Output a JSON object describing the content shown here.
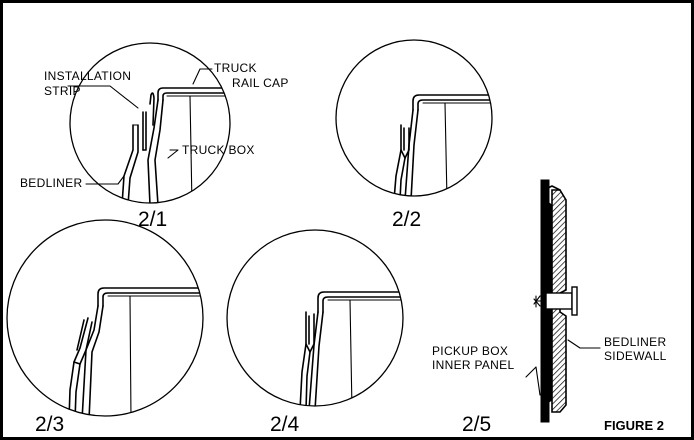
{
  "figure": {
    "caption": "FIGURE 2",
    "panels": [
      "2/1",
      "2/2",
      "2/3",
      "2/4",
      "2/5"
    ]
  },
  "callouts": {
    "truck_rail_cap_line1": "TRUCK",
    "truck_rail_cap_line2": "RAIL CAP",
    "installation_strip_line1": "INSTALLATION",
    "installation_strip_line2": "STRIP",
    "truck_box": "TRUCK BOX",
    "bedliner": "BEDLINER",
    "pickup_box_line1": "PICKUP BOX",
    "pickup_box_line2": "INNER PANEL",
    "bedliner_sidewall_line1": "BEDLINER",
    "bedliner_sidewall_line2": "SIDEWALL"
  }
}
